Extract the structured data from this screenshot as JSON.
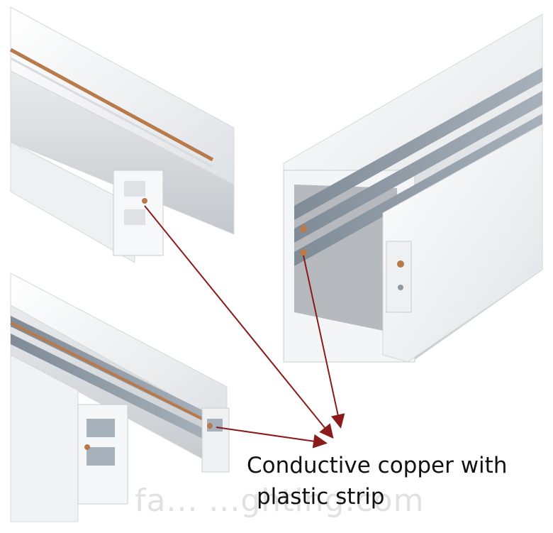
{
  "caption": {
    "line1": "Conductive copper with",
    "line2": "plastic strip"
  },
  "watermark": "fa... ...ghting.com",
  "colors": {
    "background": "#ffffff",
    "profile_white": "#f4f5f6",
    "profile_shadow": "#c9ccd0",
    "strip_gray": "#8e9aa6",
    "copper": "#b87a4b",
    "arrow": "#8b1a1a"
  }
}
